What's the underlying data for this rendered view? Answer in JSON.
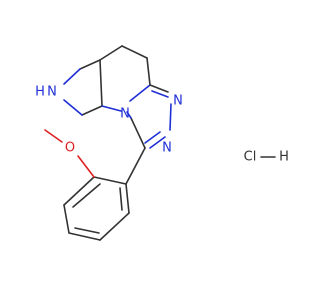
{
  "molecule": {
    "atoms": {
      "N_amine": "N",
      "H_amine": "H",
      "N_ring": "N",
      "N_triazole_a": "N",
      "N_triazole_b": "N",
      "O_methoxy": "O"
    },
    "salt": {
      "Cl": "Cl",
      "H": "H"
    }
  },
  "colors": {
    "carbon_bond": "#333333",
    "nitrogen": "#1f2fd6",
    "oxygen": "#e02020",
    "background": "#ffffff"
  }
}
